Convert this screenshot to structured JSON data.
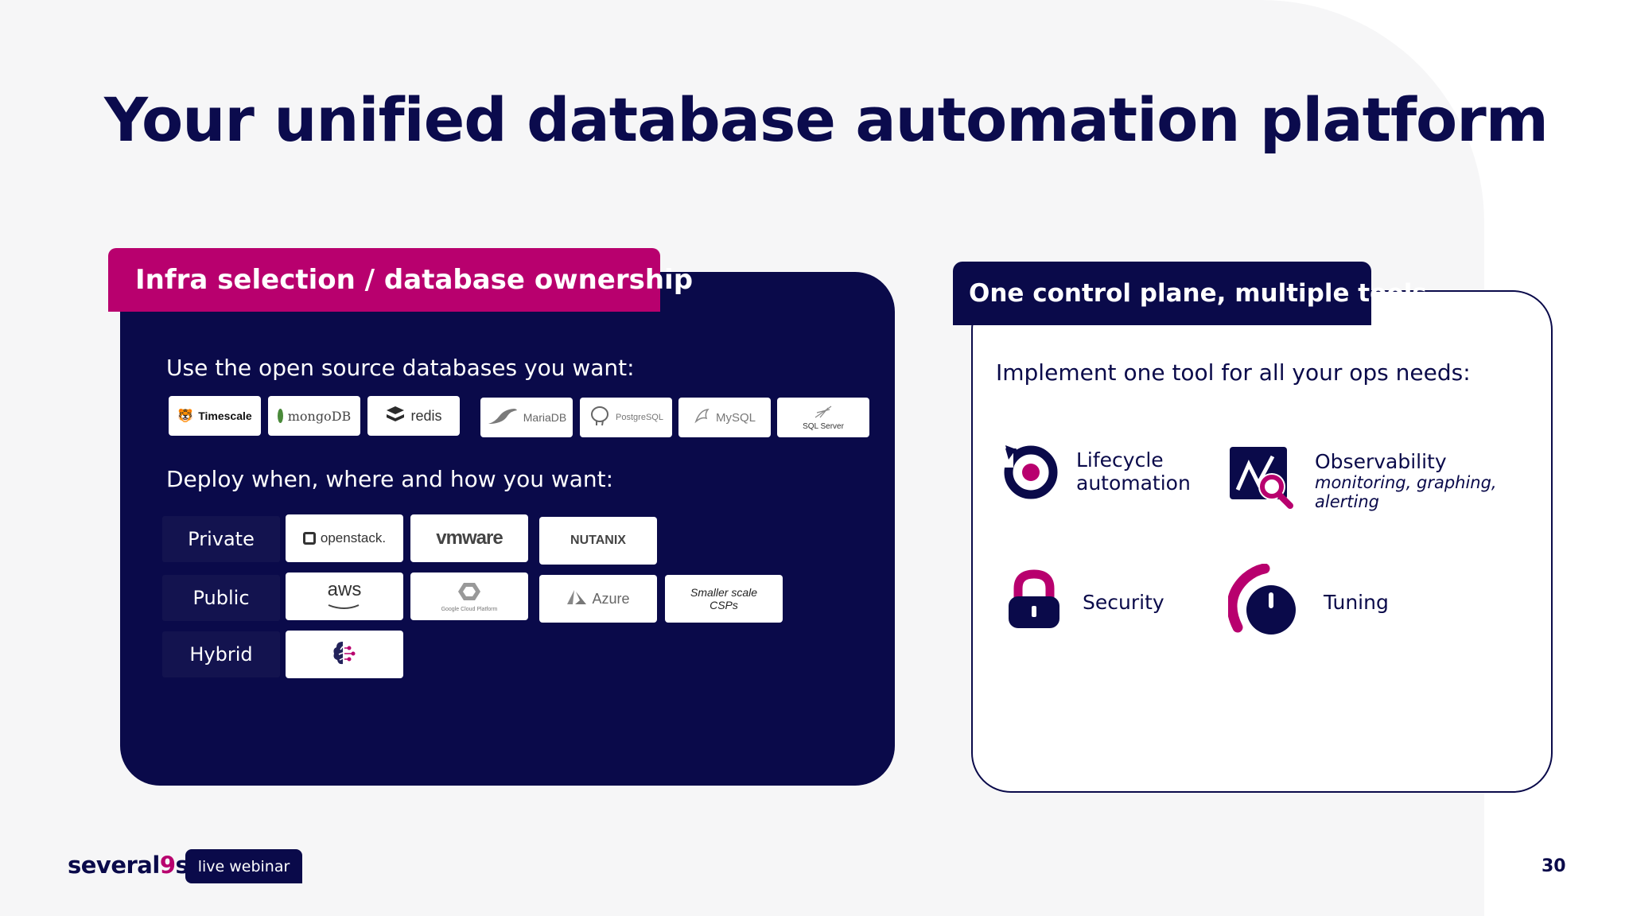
{
  "slide": {
    "title": "Your unified database automation platform",
    "page_number": "30"
  },
  "left_panel": {
    "tab_label": "Infra selection / database ownership",
    "databases_heading": "Use the open source databases you want:",
    "databases": [
      {
        "name": "Timescale",
        "icon": "tiger-icon"
      },
      {
        "name": "mongoDB",
        "icon": "leaf-icon"
      },
      {
        "name": "redis",
        "icon": "cube-stack-icon"
      },
      {
        "name": "MariaDB",
        "icon": "seal-icon"
      },
      {
        "name": "PostgreSQL",
        "icon": "elephant-icon"
      },
      {
        "name": "MySQL",
        "icon": "dolphin-icon"
      },
      {
        "name": "SQL Server",
        "icon": "sql-server-icon"
      }
    ],
    "deploy_heading": "Deploy when, where and how you want:",
    "tiers": {
      "private": "Private",
      "public": "Public",
      "hybrid": "Hybrid"
    },
    "private_providers": [
      "openstack.",
      "vmware",
      "NUTANIX"
    ],
    "public_providers": {
      "aws": "aws",
      "gcp": "Google Cloud Platform",
      "azure": "Azure",
      "smaller_csps": "Smaller scale CSPs"
    }
  },
  "right_panel": {
    "tab_label": "One control plane, multiple tools",
    "heading": "Implement one tool for all your ops needs:",
    "features": {
      "lifecycle": "Lifecycle automation",
      "lifecycle_line1": "Lifecycle",
      "lifecycle_line2": "automation",
      "observability": "Observability",
      "observability_sub1": "monitoring, graphing,",
      "observability_sub2": "alerting",
      "security": "Security",
      "tuning": "Tuning"
    }
  },
  "footer": {
    "brand_prefix": "several",
    "brand_nine": "9",
    "brand_suffix": "s",
    "webinar_badge": "live webinar"
  },
  "colors": {
    "navy": "#0a0a4a",
    "magenta": "#b8006e",
    "background": "#f6f6f7"
  }
}
